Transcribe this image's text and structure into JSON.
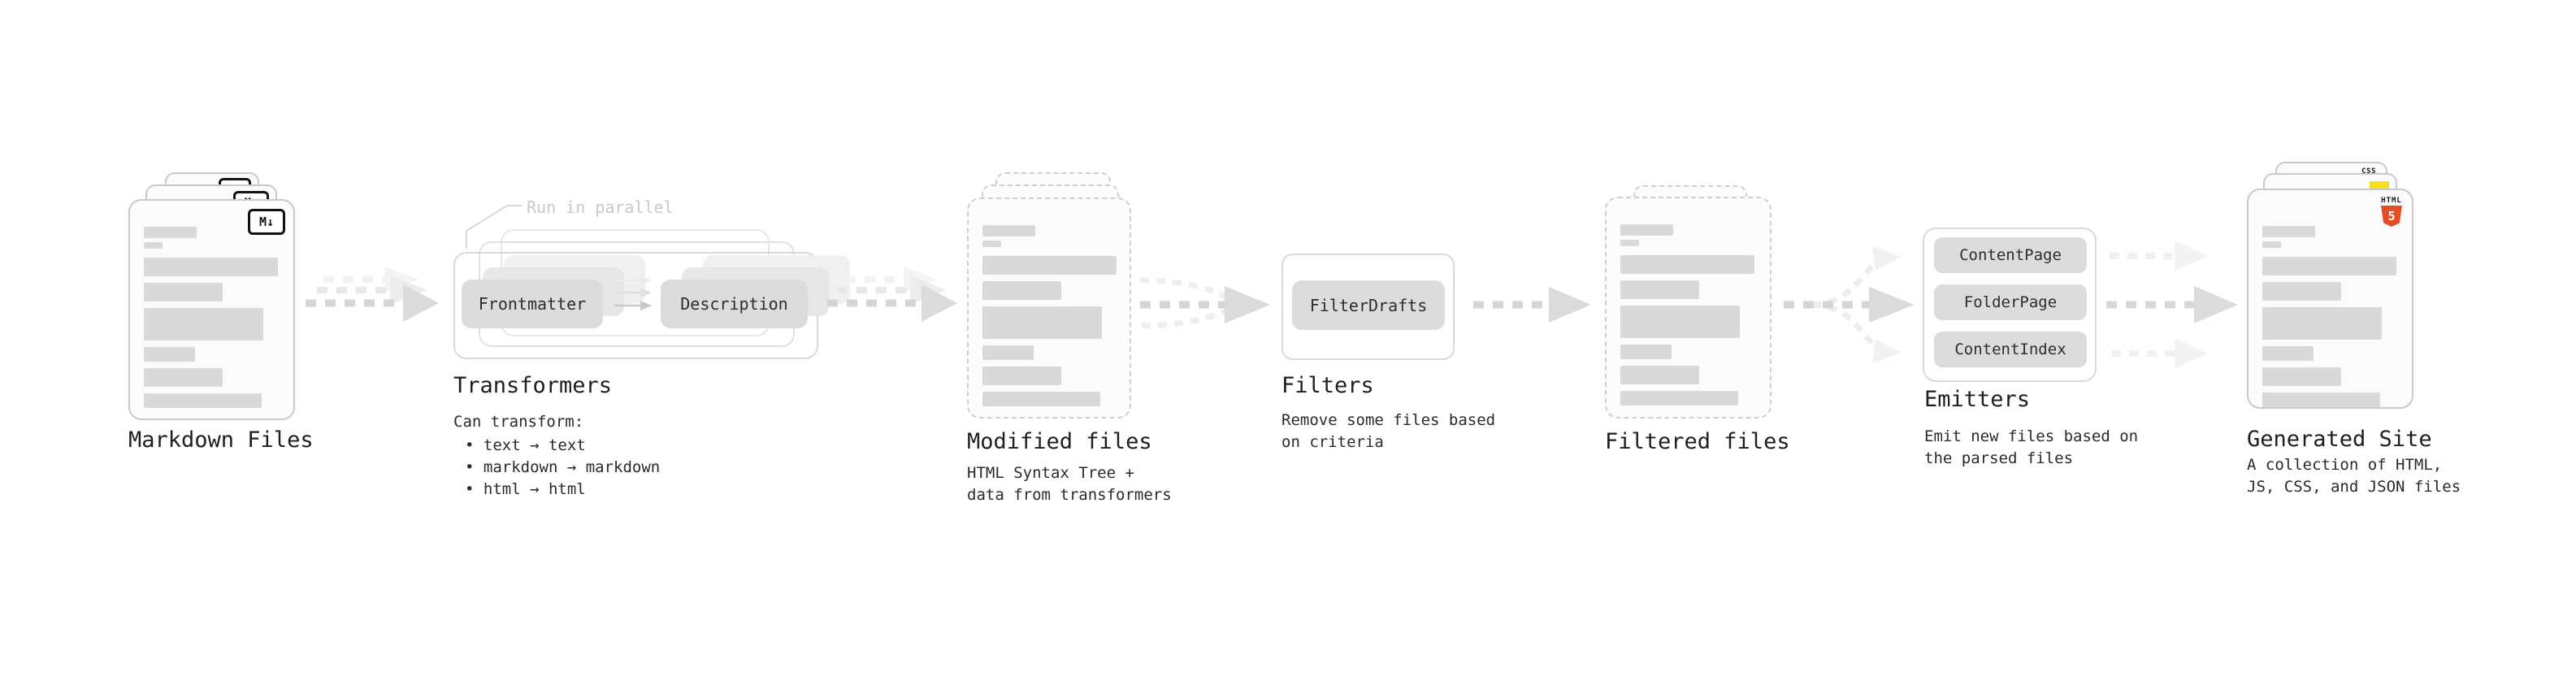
{
  "stages": {
    "markdown_files": {
      "title": "Markdown Files",
      "badge": "M↓"
    },
    "transformers": {
      "title": "Transformers",
      "note": "Run in parallel",
      "pill_left": "Frontmatter",
      "pill_right": "Description",
      "desc_heading": "Can transform:",
      "bullets": [
        "• text → text",
        "• markdown → markdown",
        "• html → html"
      ]
    },
    "modified_files": {
      "title": "Modified files",
      "subtitle": "HTML Syntax Tree +\ndata from transformers"
    },
    "filters": {
      "title": "Filters",
      "subtitle": "Remove some files based\non criteria",
      "pill": "FilterDrafts"
    },
    "filtered_files": {
      "title": "Filtered files"
    },
    "emitters": {
      "title": "Emitters",
      "subtitle": "Emit new files based on\nthe parsed files",
      "pills": [
        "ContentPage",
        "FolderPage",
        "ContentIndex"
      ]
    },
    "generated_site": {
      "title": "Generated Site",
      "subtitle": "A collection of HTML,\nJS, CSS, and JSON files",
      "badges": {
        "css_label": "CSS",
        "html_label": "HTML",
        "html_number": "5"
      }
    }
  },
  "colors": {
    "js_yellow": "#f7df1e",
    "css_blue": "#2962ff",
    "html_orange": "#e44d26",
    "text": "#202020",
    "note_muted": "#c9c9c9",
    "arrow_main": "#d4d4d4",
    "arrow_ghost": "#ededed"
  }
}
